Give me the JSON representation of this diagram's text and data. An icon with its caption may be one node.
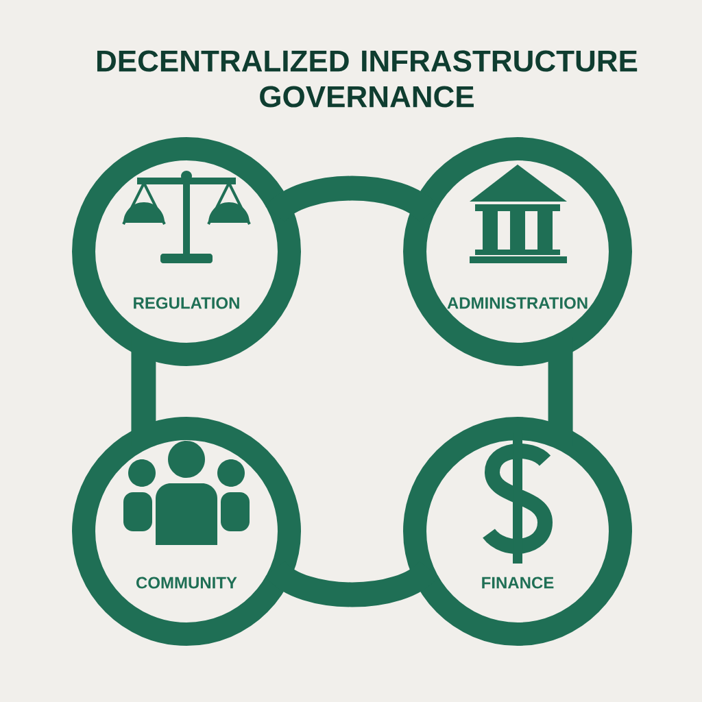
{
  "diagram": {
    "title": "DECENTRALIZED INFRASTRUCTURE GOVERNANCE",
    "nodes": [
      {
        "text": [
          "REGULATION"
        ]
      },
      {
        "text": [
          "ADMINISTRATION"
        ]
      },
      {
        "text": [
          "COMMUNITY"
        ]
      },
      {
        "text": [
          "FINANCE"
        ]
      }
    ],
    "edges": [
      {
        "from": 0,
        "to": 1,
        "arrow": "none"
      },
      {
        "from": 1,
        "to": 3,
        "arrow": "none"
      },
      {
        "from": 3,
        "to": 2,
        "arrow": "none"
      },
      {
        "from": 2,
        "to": 0,
        "arrow": "none"
      }
    ]
  }
}
